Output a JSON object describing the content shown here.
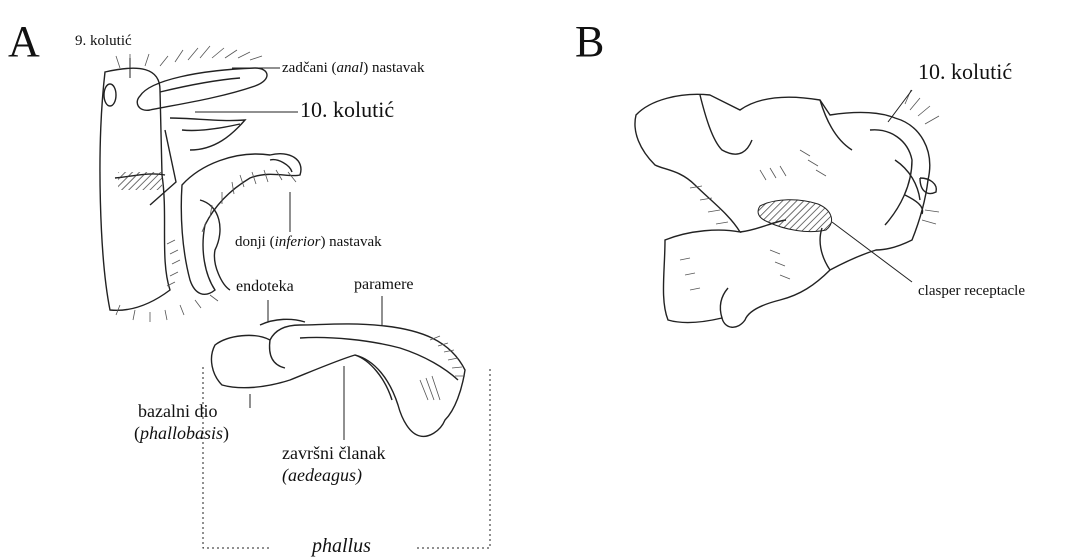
{
  "panel_a": {
    "letter": "A",
    "labels": {
      "segment9": "9. kolutić",
      "anal_pre": "zadčani (",
      "anal_it": "anal",
      "anal_post": ") nastavak",
      "segment10": "10. kolutić",
      "inferior_pre": "donji (",
      "inferior_it": "inferior",
      "inferior_post": ") nastavak",
      "endoteka": "endoteka",
      "paramere": "paramere",
      "bazalni": "bazalni dio",
      "phallobasis_open": "(",
      "phallobasis_it": "phallobasis",
      "phallobasis_close": ")",
      "zavrsni": "završni članak",
      "aedeagus": "(aedeagus)",
      "phallus": "phallus"
    }
  },
  "panel_b": {
    "letter": "B",
    "labels": {
      "segment10": "10. kolutić",
      "clasper": "clasper receptacle"
    }
  }
}
